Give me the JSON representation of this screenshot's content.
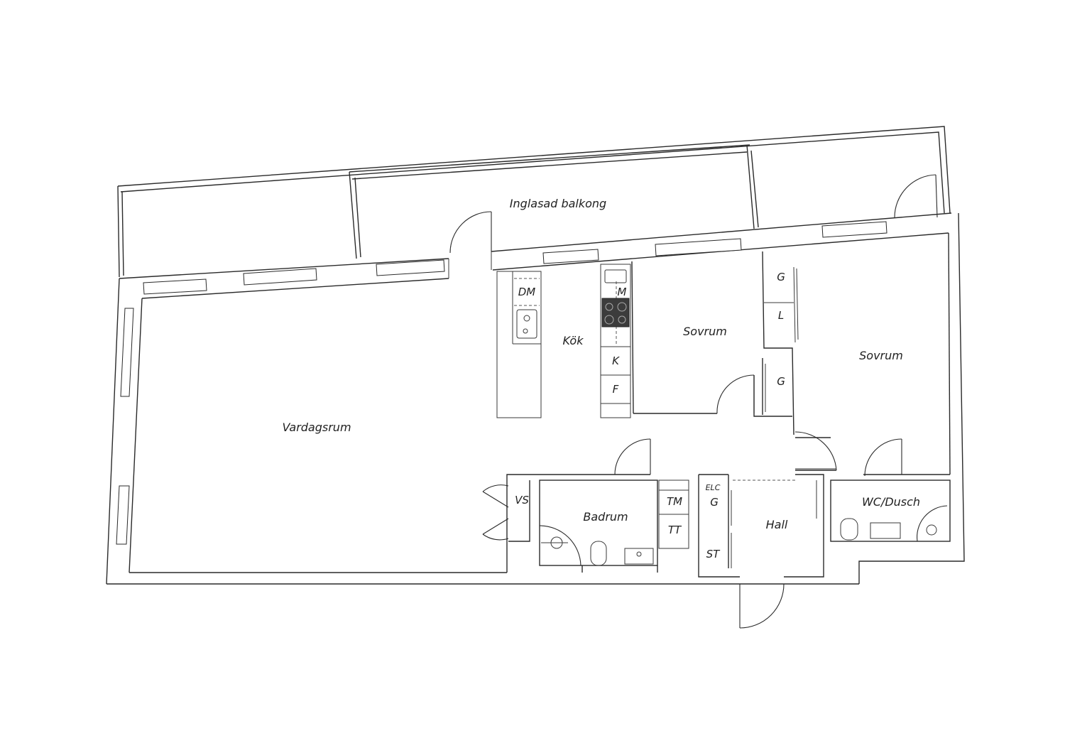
{
  "colors": {
    "line": "#2a2a2a",
    "background": "#ffffff",
    "cooktop": "#444444"
  },
  "rooms": {
    "balcony": "Inglasad balkong",
    "living": "Vardagsrum",
    "kitchen": "Kök",
    "bedroom1": "Sovrum",
    "bedroom2": "Sovrum",
    "bathroom": "Badrum",
    "hall": "Hall",
    "wc": "WC/Dusch"
  },
  "fixtures": {
    "dm": "DM",
    "m": "M",
    "k": "K",
    "f": "F",
    "g1": "G",
    "l": "L",
    "g2": "G",
    "vs": "VS",
    "tm": "TM",
    "tt": "TT",
    "elc": "ELC",
    "g3": "G",
    "st": "ST"
  }
}
